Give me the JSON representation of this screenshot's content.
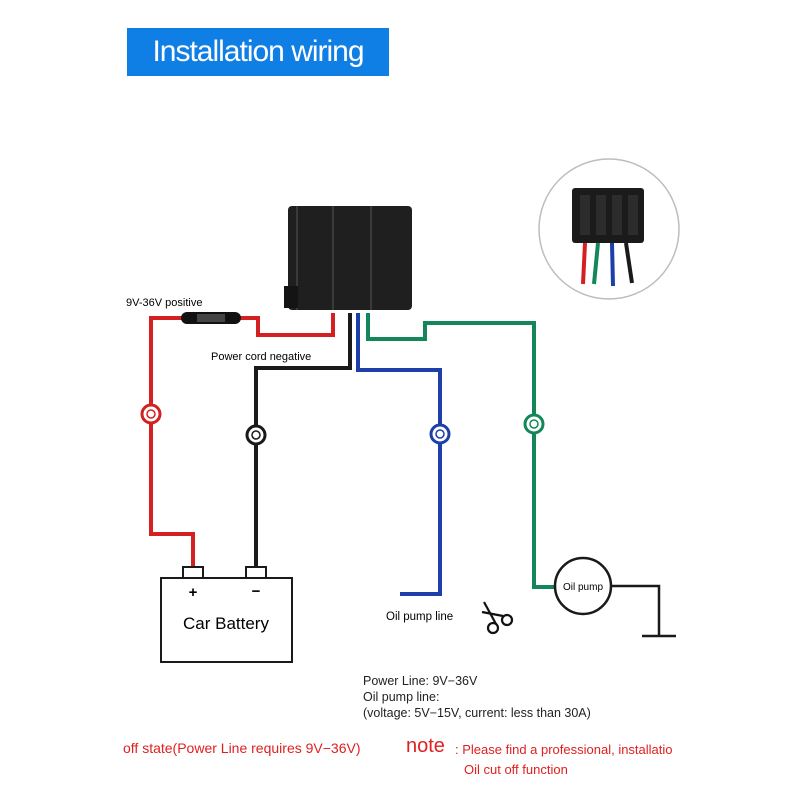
{
  "title": "Installation wiring",
  "labels": {
    "positive": "9V-36V positive",
    "negative": "Power cord negative",
    "battery": "Car Battery",
    "battery_plus": "+",
    "battery_minus": "−",
    "oil_pump_line": "Oil pump line",
    "oil_pump": "Oil pump"
  },
  "info": {
    "power_line": "Power Line: 9V−36V",
    "oil_pump_line": "Oil pump line:",
    "voltage": "(voltage: 5V−15V, current: less than 30A)"
  },
  "footer": {
    "off_state": "off state(Power Line requires 9V−36V)",
    "note_word": "note",
    "note_text": ": Please find a professional, installatio",
    "note_text_2": "Oil cut off function"
  },
  "wire_colors": {
    "red": "#d42020",
    "black": "#1a1a1a",
    "blue": "#1c3fa8",
    "green": "#13875a"
  },
  "icons": [
    "scissors-icon",
    "ground-symbol-icon"
  ]
}
